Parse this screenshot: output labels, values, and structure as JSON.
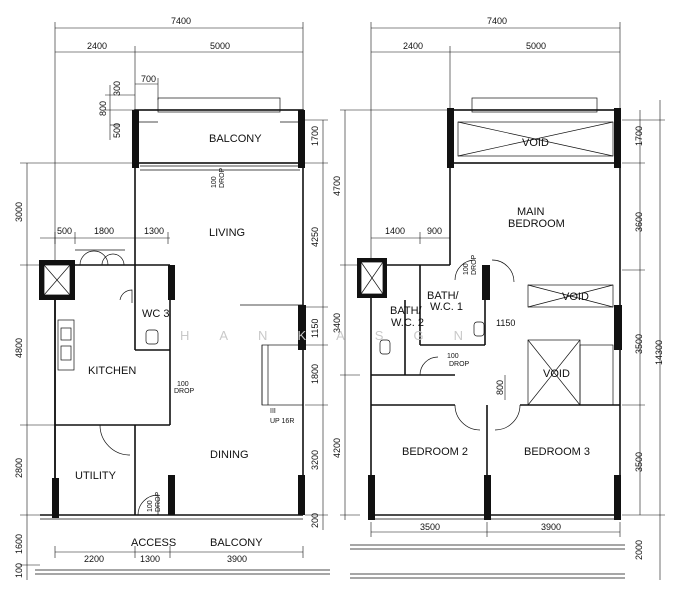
{
  "left_plan": {
    "dims_top": [
      "7400",
      "2400",
      "5000",
      "700",
      "300",
      "800",
      "500"
    ],
    "dims_left": [
      "3000",
      "4800",
      "2800",
      "1600",
      "100"
    ],
    "dims_right": [
      "1700",
      "4250",
      "1150",
      "1800",
      "3200",
      "200"
    ],
    "dims_inner": [
      "500",
      "1800",
      "1300"
    ],
    "dims_bottom": [
      "2200",
      "1300",
      "3900"
    ],
    "rooms": {
      "balcony_top": "BALCONY",
      "living": "LIVING",
      "wc3": "WC 3",
      "kitchen": "KITCHEN",
      "dining": "DINING",
      "utility": "UTILITY",
      "access": "ACCESS",
      "balcony_bottom": "BALCONY"
    },
    "notes": {
      "drop1_a": "100",
      "drop1_b": "DROP",
      "drop2_a": "100",
      "drop2_b": "DROP",
      "drop3_a": "100",
      "drop3_b": "DROP",
      "stair": "UP 16R"
    }
  },
  "right_plan": {
    "dims_top": [
      "7400",
      "2400",
      "5000"
    ],
    "dims_left": [
      "4700",
      "3400",
      "4200"
    ],
    "dims_right": [
      "1700",
      "3600",
      "3500",
      "3500",
      "14300",
      "2000"
    ],
    "dims_inner": [
      "1400",
      "900",
      "1150",
      "800"
    ],
    "dims_bottom": [
      "3500",
      "3900"
    ],
    "rooms": {
      "void_top": "VOID",
      "main_bedroom_1": "MAIN",
      "main_bedroom_2": "BEDROOM",
      "bath1_1": "BATH/",
      "bath1_2": "W.C. 1",
      "bath2_1": "BATH/",
      "bath2_2": "W.C. 2",
      "void_mid": "VOID",
      "void_stair": "VOID",
      "bedroom2": "BEDROOM 2",
      "bedroom3": "BEDROOM 3"
    },
    "notes": {
      "drop1_a": "100",
      "drop1_b": "DROP",
      "drop2_a": "100",
      "drop2_b": "DROP"
    }
  },
  "watermark": "HANKASGN"
}
